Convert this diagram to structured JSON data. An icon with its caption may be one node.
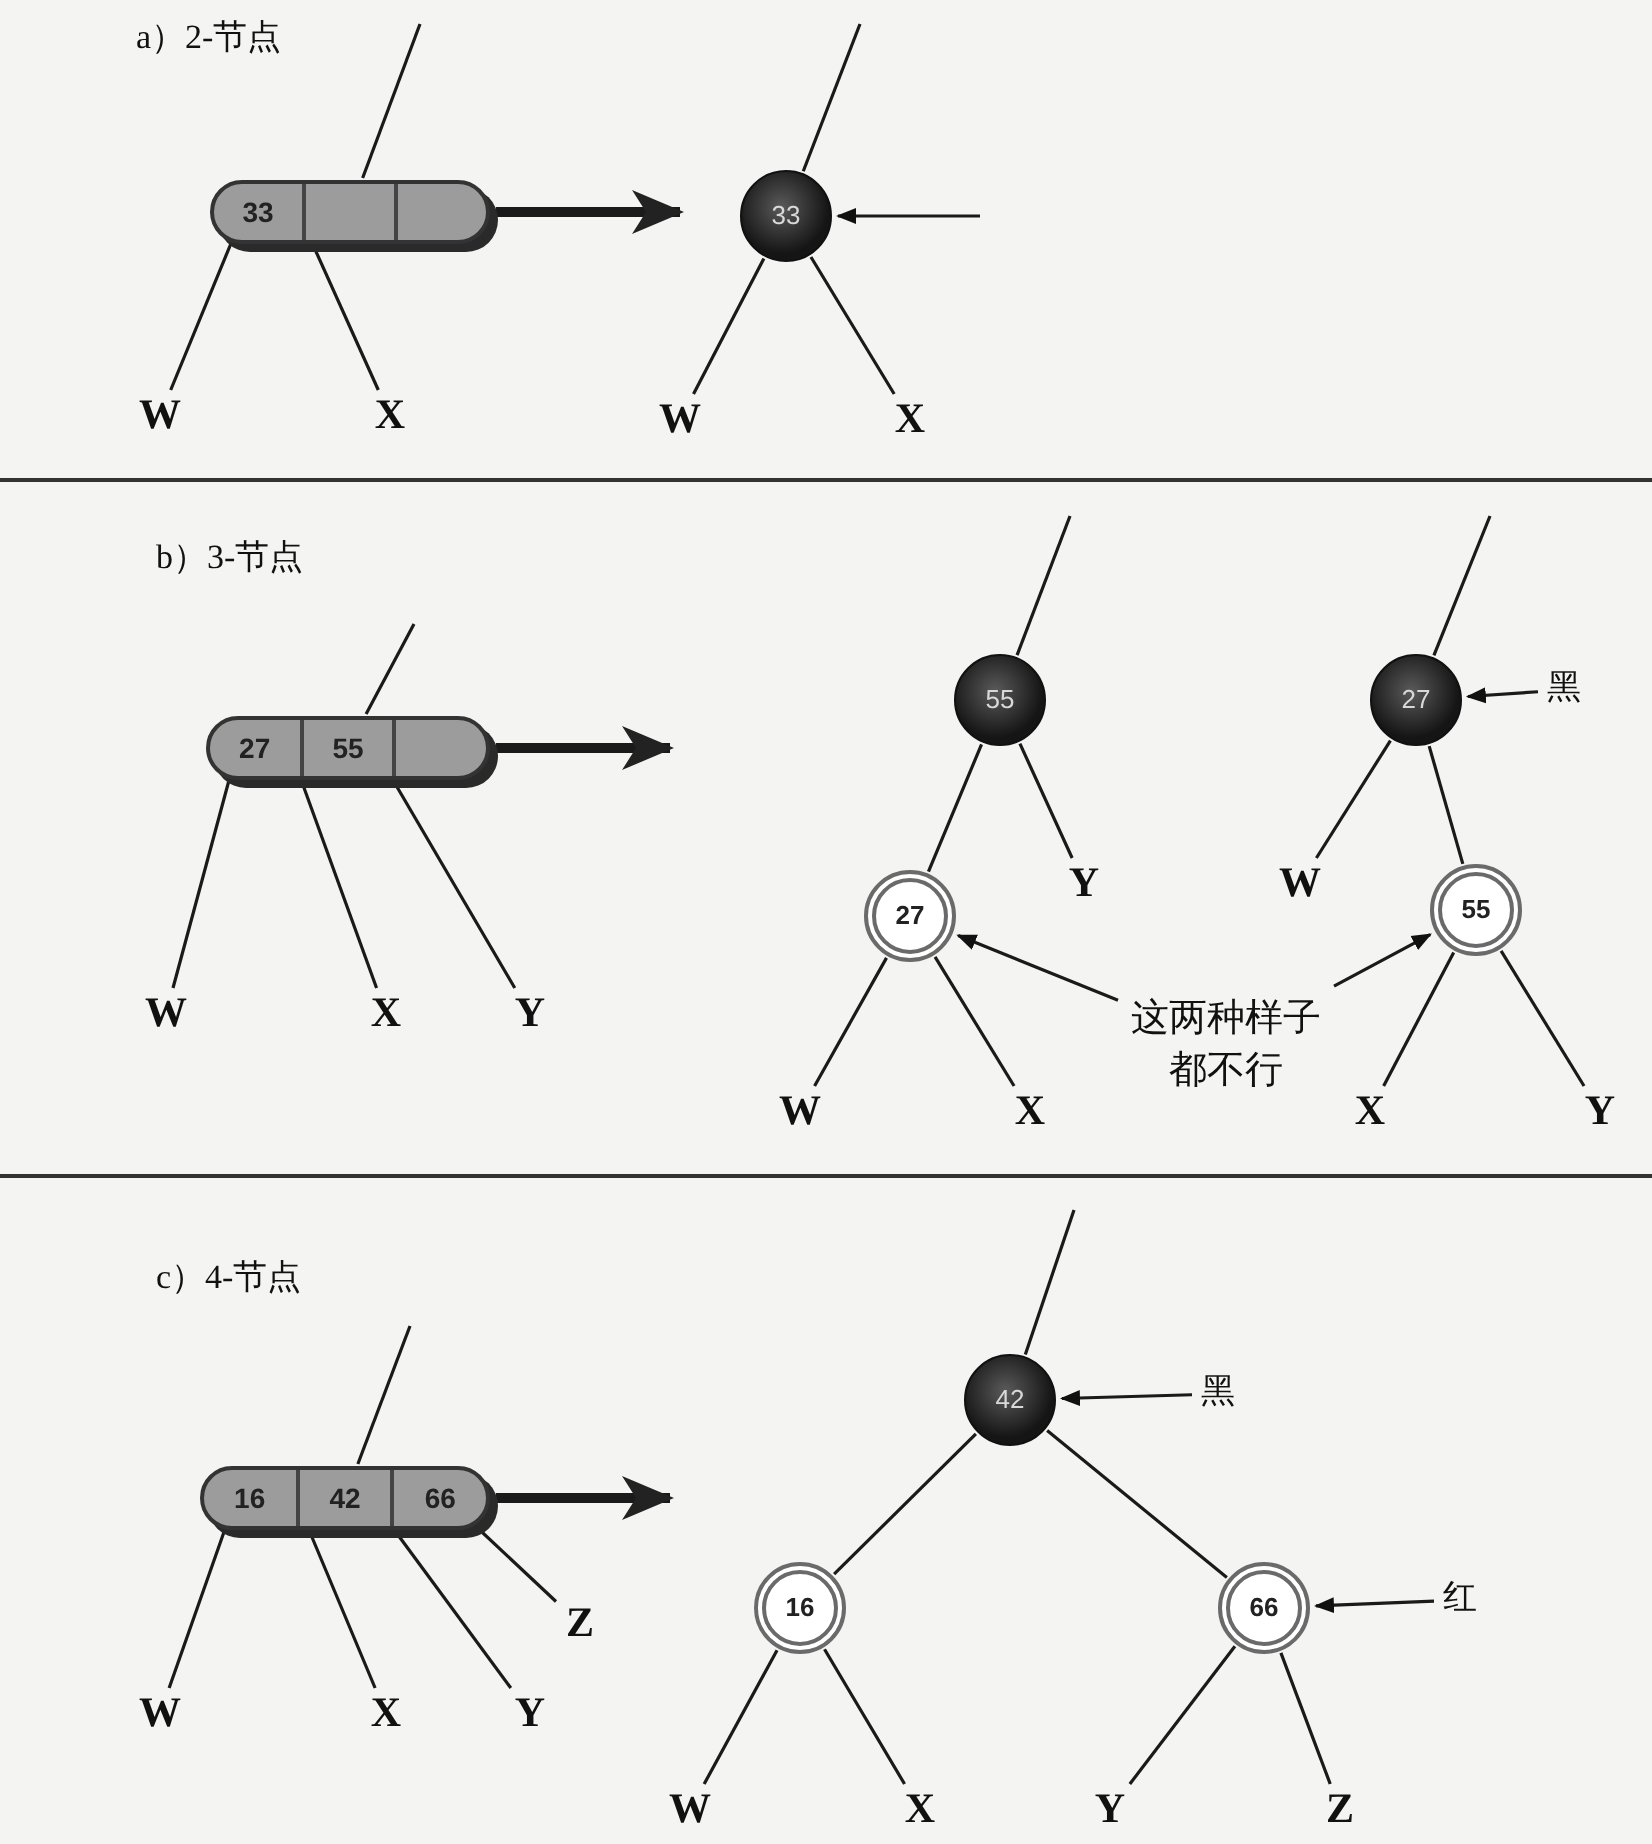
{
  "diagram": {
    "nodes": [
      {
        "text": [
          "33"
        ]
      },
      {
        "text": [
          "33"
        ]
      },
      {
        "text": [
          "W"
        ]
      },
      {
        "text": [
          "X"
        ]
      },
      {
        "text": [
          "W"
        ]
      },
      {
        "text": [
          "X"
        ]
      },
      {
        "text": [
          "27",
          "55"
        ]
      },
      {
        "text": [
          "W"
        ]
      },
      {
        "text": [
          "X"
        ]
      },
      {
        "text": [
          "Y"
        ]
      },
      {
        "text": [
          "55"
        ]
      },
      {
        "text": [
          "27"
        ]
      },
      {
        "text": [
          "Y"
        ]
      },
      {
        "text": [
          "W"
        ]
      },
      {
        "text": [
          "X"
        ]
      },
      {
        "text": [
          "27"
        ]
      },
      {
        "text": [
          "黑"
        ]
      },
      {
        "text": [
          "W"
        ]
      },
      {
        "text": [
          "55"
        ]
      },
      {
        "text": [
          "X"
        ]
      },
      {
        "text": [
          "Y"
        ]
      },
      {
        "text": [
          "这两种样子都不行"
        ]
      },
      {
        "text": [
          "16",
          "42",
          "66"
        ]
      },
      {
        "text": [
          "W"
        ]
      },
      {
        "text": [
          "X"
        ]
      },
      {
        "text": [
          "Y"
        ]
      },
      {
        "text": [
          "Z"
        ]
      },
      {
        "text": [
          "42"
        ]
      },
      {
        "text": [
          "黑"
        ]
      },
      {
        "text": [
          "16"
        ]
      },
      {
        "text": [
          "66"
        ]
      },
      {
        "text": [
          "红"
        ]
      },
      {
        "text": [
          "W"
        ]
      },
      {
        "text": [
          "X"
        ]
      },
      {
        "text": [
          "Y"
        ]
      },
      {
        "text": [
          "Z"
        ]
      }
    ],
    "edges": [
      {
        "from": null,
        "to": 0,
        "arrow": "none"
      },
      {
        "from": 0,
        "to": 2,
        "arrow": "none"
      },
      {
        "from": 0,
        "to": 3,
        "arrow": "none"
      },
      {
        "from": 0,
        "to": 1,
        "arrow": "to",
        "style": "thick"
      },
      {
        "from": null,
        "to": 1,
        "arrow": "none"
      },
      {
        "from": 1,
        "to": 4,
        "arrow": "none"
      },
      {
        "from": 1,
        "to": 5,
        "arrow": "none"
      },
      {
        "from": null,
        "to": 1,
        "arrow": "to"
      },
      {
        "from": null,
        "to": 6,
        "arrow": "none"
      },
      {
        "from": 6,
        "to": 7,
        "arrow": "none"
      },
      {
        "from": 6,
        "to": 8,
        "arrow": "none"
      },
      {
        "from": 6,
        "to": 9,
        "arrow": "none"
      },
      {
        "from": 6,
        "to": null,
        "arrow": "to",
        "style": "thick"
      },
      {
        "from": null,
        "to": 10,
        "arrow": "none"
      },
      {
        "from": 10,
        "to": 11,
        "arrow": "none"
      },
      {
        "from": 10,
        "to": 12,
        "arrow": "none"
      },
      {
        "from": 11,
        "to": 13,
        "arrow": "none"
      },
      {
        "from": 11,
        "to": 14,
        "arrow": "none"
      },
      {
        "from": null,
        "to": 15,
        "arrow": "none"
      },
      {
        "from": 16,
        "to": 15,
        "arrow": "to"
      },
      {
        "from": 15,
        "to": 17,
        "arrow": "none"
      },
      {
        "from": 15,
        "to": 18,
        "arrow": "none"
      },
      {
        "from": 18,
        "to": 19,
        "arrow": "none"
      },
      {
        "from": 18,
        "to": 20,
        "arrow": "none"
      },
      {
        "from": 21,
        "to": 11,
        "arrow": "to"
      },
      {
        "from": 21,
        "to": 18,
        "arrow": "to"
      },
      {
        "from": null,
        "to": 22,
        "arrow": "none"
      },
      {
        "from": 22,
        "to": 23,
        "arrow": "none"
      },
      {
        "from": 22,
        "to": 24,
        "arrow": "none"
      },
      {
        "from": 22,
        "to": 25,
        "arrow": "none"
      },
      {
        "from": 22,
        "to": 26,
        "arrow": "none"
      },
      {
        "from": 22,
        "to": null,
        "arrow": "to",
        "style": "thick"
      },
      {
        "from": null,
        "to": 27,
        "arrow": "none"
      },
      {
        "from": 28,
        "to": 27,
        "arrow": "to"
      },
      {
        "from": 27,
        "to": 29,
        "arrow": "none"
      },
      {
        "from": 27,
        "to": 30,
        "arrow": "none"
      },
      {
        "from": 29,
        "to": 32,
        "arrow": "none"
      },
      {
        "from": 29,
        "to": 33,
        "arrow": "none"
      },
      {
        "from": 30,
        "to": 34,
        "arrow": "none"
      },
      {
        "from": 30,
        "to": 35,
        "arrow": "none"
      },
      {
        "from": 31,
        "to": 30,
        "arrow": "to"
      }
    ],
    "labels": [
      "a）2-节点",
      "b）3-节点",
      "c）4-节点"
    ]
  }
}
